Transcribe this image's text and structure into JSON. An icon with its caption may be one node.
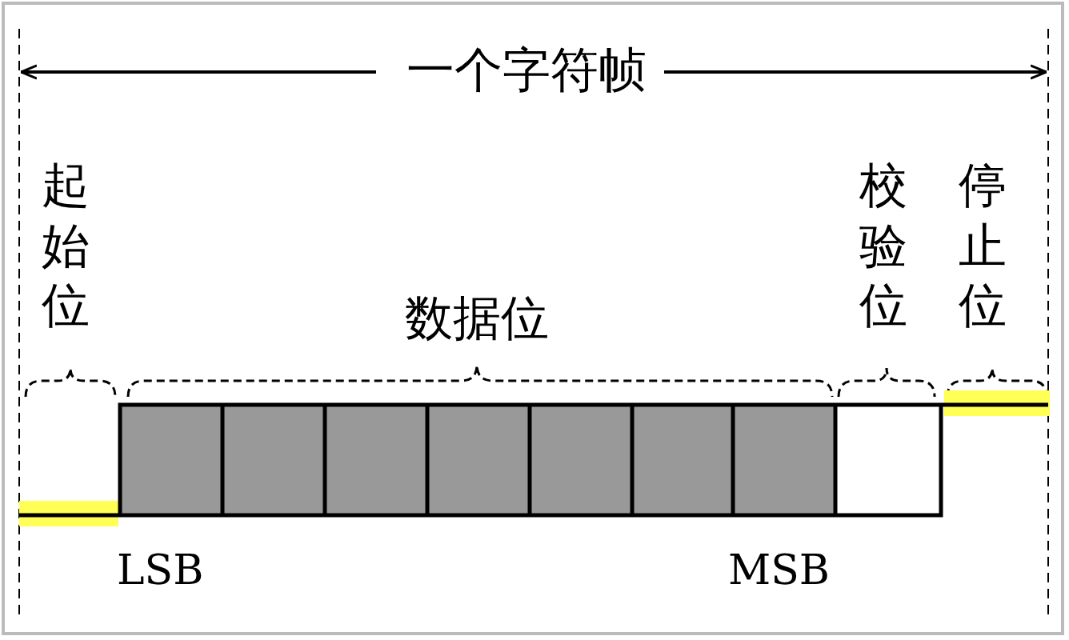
{
  "diagram": {
    "labels": [
      "一个字符帧",
      "起始位",
      "校验位",
      "停止位",
      "数据位",
      "LSB",
      "MSB"
    ]
  }
}
